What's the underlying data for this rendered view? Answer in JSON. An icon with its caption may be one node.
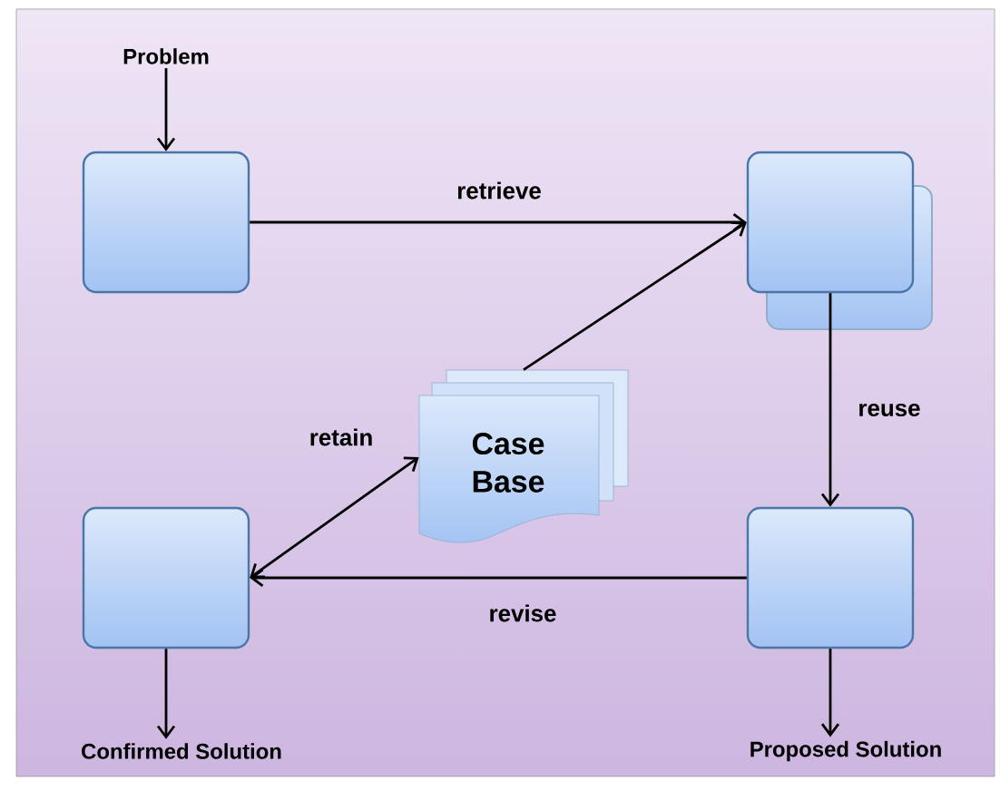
{
  "diagram": {
    "nodes": [
      {
        "text": [
          "Problem"
        ]
      },
      {
        "text": [],
        "shape": "box"
      },
      {
        "text": [],
        "shape": "box"
      },
      {
        "text": [
          "Case Base"
        ]
      },
      {
        "text": [],
        "shape": "box"
      },
      {
        "text": [],
        "shape": "box"
      },
      {
        "text": [
          "Confirmed Solution"
        ]
      },
      {
        "text": [
          "Proposed Solution"
        ]
      }
    ],
    "edges": [
      {
        "from": 0,
        "to": 1,
        "arrow": "to"
      },
      {
        "from": 1,
        "to": 2,
        "arrow": "to",
        "label": "retrieve"
      },
      {
        "from": 3,
        "to": 2,
        "arrow": "to"
      },
      {
        "from": 2,
        "to": 5,
        "arrow": "to",
        "label": "reuse"
      },
      {
        "from": 5,
        "to": 4,
        "arrow": "to",
        "label": "revise"
      },
      {
        "from": 4,
        "to": 3,
        "arrow": "both",
        "label": "retain"
      },
      {
        "from": 4,
        "to": 6,
        "arrow": "to"
      },
      {
        "from": 5,
        "to": 7,
        "arrow": "to"
      }
    ]
  }
}
